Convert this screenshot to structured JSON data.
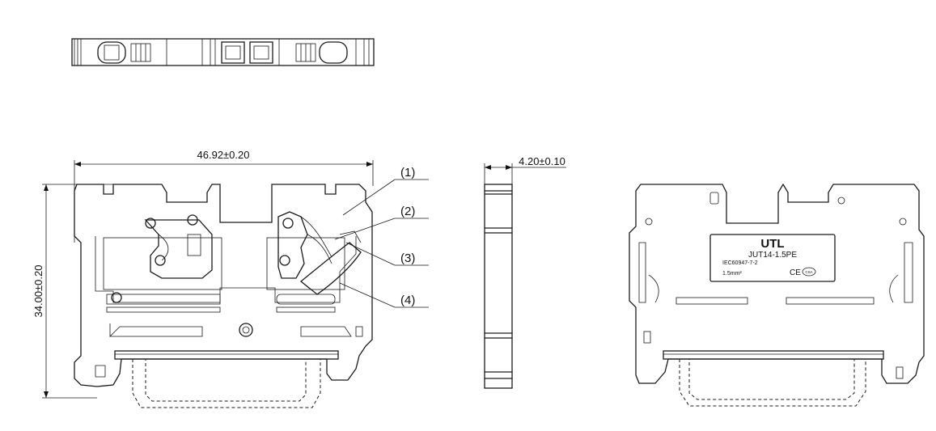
{
  "dimensions": {
    "width": "46.92±0.20",
    "height": "34.00±0.20",
    "thickness": "4.20±0.10"
  },
  "callouts": [
    "(1)",
    "(2)",
    "(3)",
    "(4)"
  ],
  "label": {
    "brand": "UTL",
    "model": "JUT14-1.5PE",
    "standard": "IEC60947-7-2",
    "cross_section": "1.5mm²",
    "ce_mark": "CE",
    "csa_mark": "CSA"
  }
}
